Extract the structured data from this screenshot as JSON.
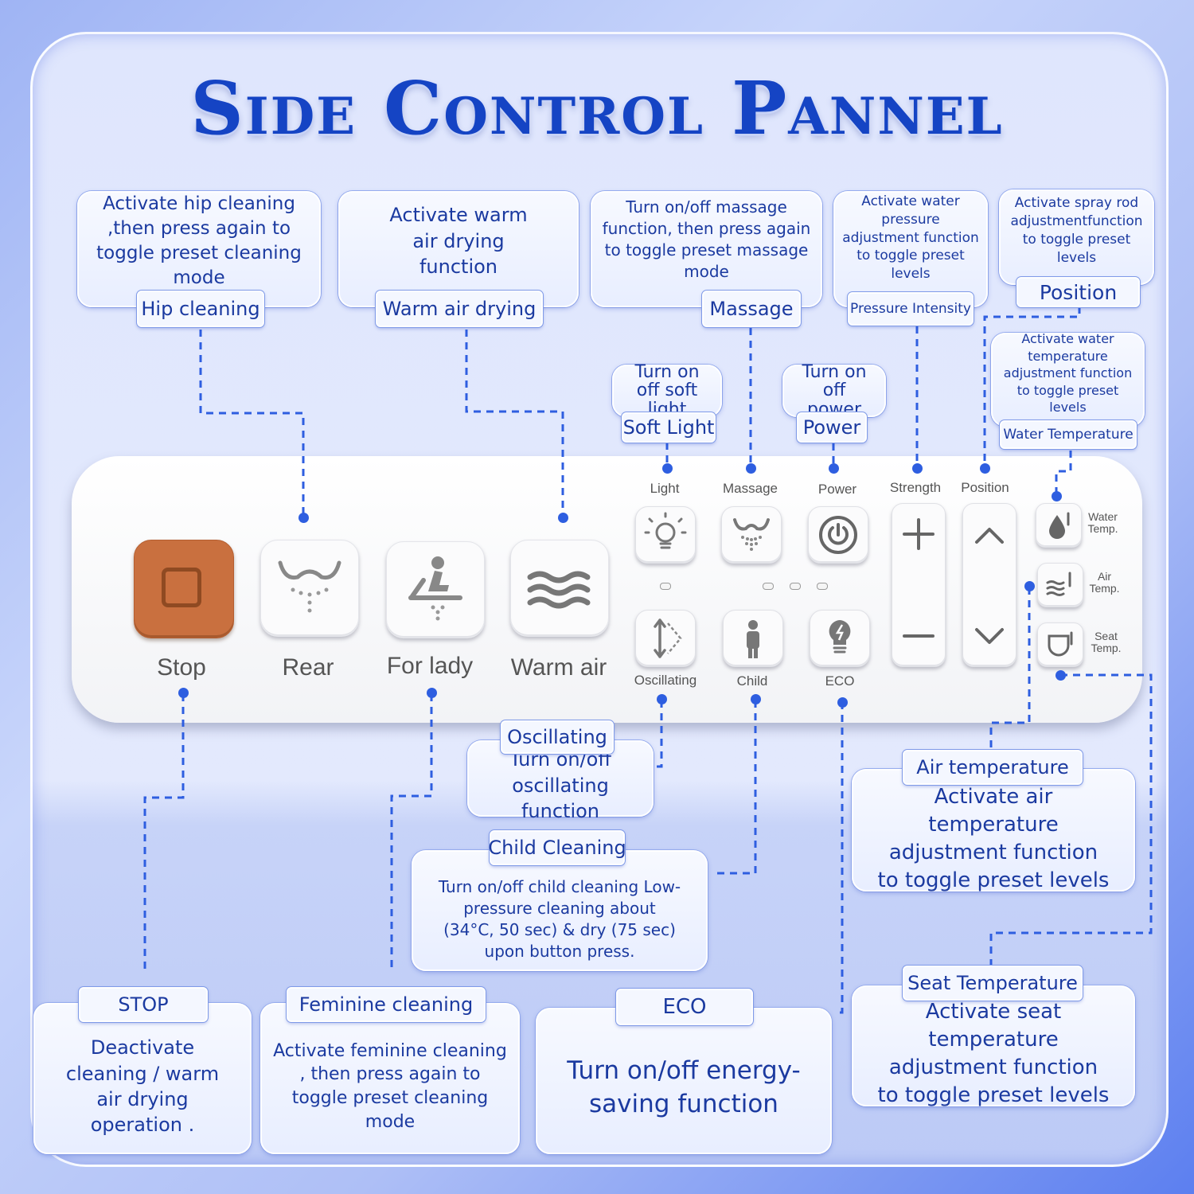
{
  "title": "Side Control Pannel",
  "panel_labels": {
    "stop": "Stop",
    "rear": "Rear",
    "for_lady": "For lady",
    "warm_air": "Warm air",
    "light": "Light",
    "massage": "Massage",
    "power": "Power",
    "strength": "Strength",
    "position": "Position",
    "oscillating": "Oscillating",
    "child": "Child",
    "eco": "ECO",
    "water_temp": "Water\nTemp.",
    "air_temp": "Air\nTemp.",
    "seat_temp": "Seat\nTemp."
  },
  "callouts": {
    "hip_cleaning": {
      "tag": "Hip cleaning",
      "text": "Activate hip cleaning ,then press again to toggle preset cleaning mode"
    },
    "warm_air_drying": {
      "tag": "Warm air drying",
      "text": "Activate warm air drying function"
    },
    "massage": {
      "tag": "Massage",
      "text": "Turn on/off massage function, then press again to toggle preset massage mode"
    },
    "pressure_intensity": {
      "tag": "Pressure Intensity",
      "text": "Activate water pressure adjustment function to toggle preset levels"
    },
    "position": {
      "tag": "Position",
      "text": "Activate spray rod adjustmentfunction to toggle preset levels"
    },
    "water_temperature": {
      "tag": "Water Temperature",
      "text": "Activate water temperature adjustment function to toggle preset levels"
    },
    "soft_light": {
      "tag": "Soft Light",
      "text": "Turn on off soft light"
    },
    "power": {
      "tag": "Power",
      "text": "Turn on off power"
    },
    "oscillating": {
      "tag": "Oscillating",
      "text": "Turn on/off oscillating function"
    },
    "child_cleaning": {
      "tag": "Child Cleaning",
      "text": "Turn on/off child cleaning Low-pressure cleaning about (34°C, 50 sec) & dry (75 sec) upon button press."
    },
    "air_temperature": {
      "tag": "Air temperature",
      "text": "Activate air temperature adjustment function to toggle preset levels"
    },
    "stop": {
      "tag": "STOP",
      "text": "Deactivate cleaning / warm air drying operation ."
    },
    "feminine_cleaning": {
      "tag": "Feminine cleaning",
      "text": "Activate feminine cleaning , then press again to toggle preset cleaning mode"
    },
    "eco": {
      "tag": "ECO",
      "text": "Turn on/off energy-saving function"
    },
    "seat_temperature": {
      "tag": "Seat Temperature",
      "text": "Activate seat temperature adjustment function to toggle preset levels"
    }
  },
  "colors": {
    "title": "#1544c4",
    "stop_button": "#c9703f",
    "connector": "#2e5ee0",
    "callout_text": "#1b3aa0"
  }
}
